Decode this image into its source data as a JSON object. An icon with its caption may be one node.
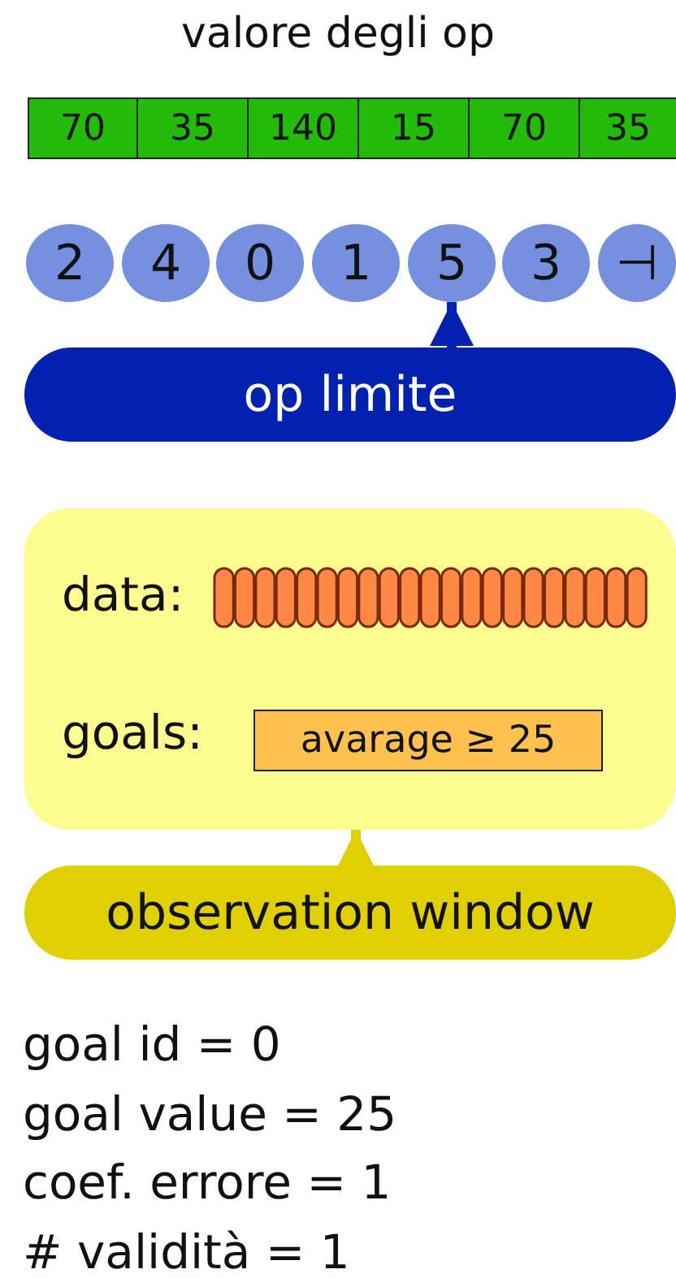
{
  "diagram": {
    "title": "valore degli op",
    "nodes": [
      {
        "text": [
          "2"
        ]
      },
      {
        "text": [
          "4"
        ]
      },
      {
        "text": [
          "0"
        ]
      },
      {
        "text": [
          "1"
        ]
      },
      {
        "text": [
          "5"
        ]
      },
      {
        "text": [
          "3"
        ]
      },
      {
        "text": [
          "⊣"
        ]
      },
      {
        "text": [
          "op limite"
        ]
      },
      {
        "text": [
          "data:",
          "goals:"
        ]
      },
      {
        "text": [
          "avarage ≥ 25"
        ],
        "in": 8
      },
      {
        "text": [
          "observation window"
        ]
      }
    ],
    "edges": [
      {
        "from": 7,
        "to": 4,
        "arrow": "to",
        "color": "#0321b0"
      },
      {
        "from": 10,
        "to": 8,
        "arrow": "to",
        "color": "#e0d000"
      }
    ],
    "labels": [
      "70",
      "35",
      "140",
      "15",
      "70",
      "35",
      "goal id = 0",
      "goal value = 25",
      "coef. errore = 1",
      "# validità = 1"
    ]
  }
}
